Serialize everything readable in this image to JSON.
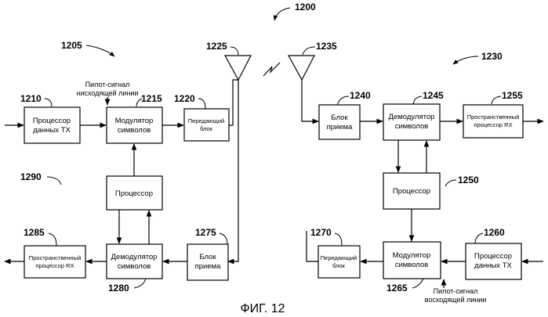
{
  "figure_label": "ФИГ. 12",
  "refs": {
    "r1200": "1200",
    "r1205": "1205",
    "r1210": "1210",
    "r1215": "1215",
    "r1220": "1220",
    "r1225": "1225",
    "r1230": "1230",
    "r1235": "1235",
    "r1240": "1240",
    "r1245": "1245",
    "r1250": "1250",
    "r1255": "1255",
    "r1260": "1260",
    "r1265": "1265",
    "r1270": "1270",
    "r1275": "1275",
    "r1280": "1280",
    "r1285": "1285",
    "r1290": "1290"
  },
  "left": {
    "tx_data": [
      "Процессор",
      "данных TX"
    ],
    "modulator": [
      "Модулятор",
      "символов"
    ],
    "transmitter": [
      "Передающий",
      "блок"
    ],
    "processor": [
      "Процессор"
    ],
    "rx_spatial": [
      "Пространственный",
      "процессор RX"
    ],
    "demodulator": [
      "Демодулятор",
      "символов"
    ],
    "receiver": [
      "Блок",
      "приема"
    ],
    "pilot": [
      "Пилот-сигнал",
      "нисходящей линии"
    ]
  },
  "right": {
    "receiver": [
      "Блок",
      "приема"
    ],
    "demodulator": [
      "Демодулятор",
      "символов"
    ],
    "rx_spatial": [
      "Пространственный",
      "процессор RX"
    ],
    "processor": [
      "Процессор"
    ],
    "transmitter": [
      "Передающий",
      "блок"
    ],
    "modulator": [
      "Модулятор",
      "символов"
    ],
    "tx_data": [
      "Процессор",
      "данных TX"
    ],
    "pilot": [
      "Пилот-сигнал",
      "восходящей линии"
    ]
  }
}
